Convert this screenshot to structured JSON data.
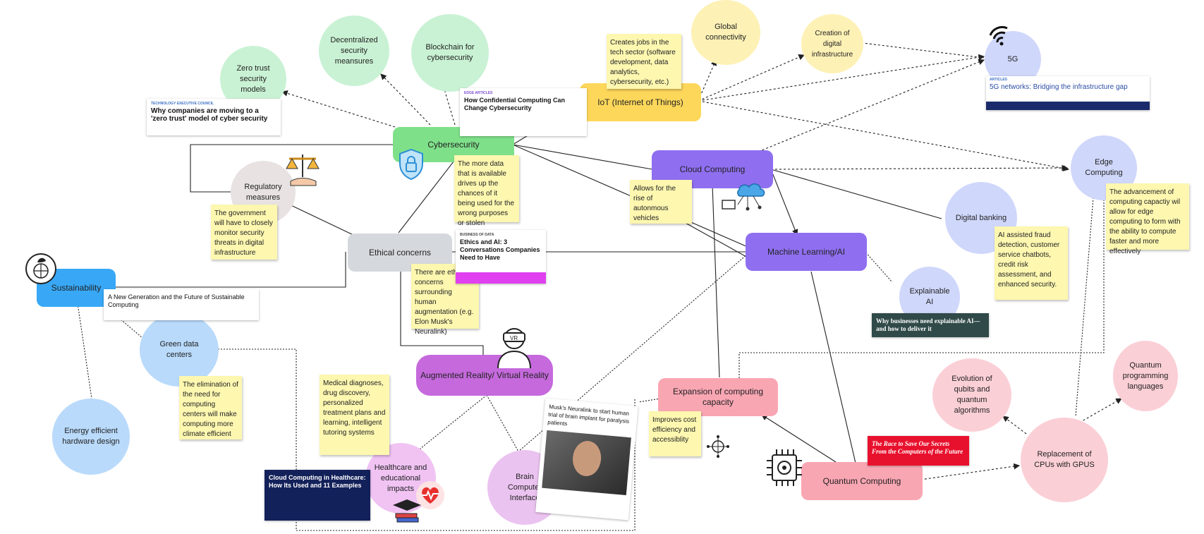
{
  "nodes": {
    "zero_trust": "Zero trust security models",
    "decentralized": "Decentralized security meansures",
    "blockchain": "Blockchain for cybersecurity",
    "global_conn": "Global connectivity",
    "digital_infra": "Creation of digital infrastructure",
    "five_g": "5G",
    "cybersecurity": "Cybersecurity",
    "iot": "IoT (Internet of Things)",
    "cloud": "Cloud Computing",
    "edge": "Edge Computing",
    "regulatory": "Regulatory measures",
    "ethical": "Ethical concerns",
    "ml": "Machine Learning/AI",
    "digital_banking": "Digital banking",
    "sustainability": "Sustainability",
    "explainable": "Explainable AI",
    "green": "Green data centers",
    "arvr": "Augmented Reality/ Virtual Reality",
    "expansion": "Expansion of computing capacity",
    "qubits": "Evolution of qubits and quantum algorithms",
    "qpl": "Quantum programming languages",
    "energy": "Energy efficient hardware design",
    "healthcare": "Healthcare and educational impacts",
    "bci": "Brain Computer Interface",
    "quantum": "Quantum Computing",
    "gpus": "Replacement of CPUs with GPUS"
  },
  "notes": {
    "iot_jobs": "Creates jobs in the tech sector (software development, data analytics, cybersecurity, etc.)",
    "data_drives": "The more data that is available drives up the chances of it being used for the wrong purposes or stolen",
    "autonomous": "Allows for the rise of autonmous vehicles",
    "government": "The government will have to closely monitor security threats in digital infrastructure",
    "ethical_aug": "There are ethical concerns surrounding human augmentation (e.g. Elon Musk's Neuralink)",
    "edge_adv": "The advancement of computing capactiy wil allow for edge computing to form with the ability to compute faster and more effectively",
    "ai_fraud": "AI assisted fraud detection, customer service chatbots, credit risk assessment, and enhanced security.",
    "elimination": "The elimination of the need for computing centers will make computing more climate efficient",
    "medical": "Medical diagnoses, drug discovery, personalized treatment plans and learning, intelligent tutoring systems",
    "cost": "Improves cost efficiency and accessiblity"
  },
  "cards": {
    "zero_trust": {
      "kicker": "TECHNOLOGY EXECUTIVE COUNCIL",
      "headline": "Why companies are moving to a 'zero trust' model of cyber security"
    },
    "confidential": {
      "kicker": "Edge Articles",
      "headline": "How Confidential Computing Can Change Cybersecurity"
    },
    "five_g": {
      "kicker": "ARTICLES",
      "headline": "5G networks: Bridging the infrastructure gap"
    },
    "ethics_ai": {
      "kicker": "Business of Data",
      "headline": "Ethics and AI: 3 Conversations Companies Need to Have"
    },
    "sustainable": {
      "headline": "A New Generation and the Future of Sustainable Computing"
    },
    "explainable": {
      "headline": "Why businesses need explainable AI—and how to deliver it"
    },
    "race": {
      "headline": "The Race to Save Our Secrets From the Computers of the Future"
    },
    "cloud_health": {
      "headline": "Cloud Computing in Healthcare: How Its Used and 11 Examples"
    },
    "neuralink": {
      "headline": "Musk's Neuralink to start human trial of brain implant for paralysis patients"
    }
  },
  "icons": [
    "shield-lock-icon",
    "scales-icon",
    "globe-leaf-icon",
    "cloud-network-icon",
    "vr-person-icon",
    "wifi-icon",
    "heart-pulse-icon",
    "books-icon",
    "processor-chip-icon",
    "globe-network-icon",
    "portrait-photo"
  ],
  "colors": {
    "green": "#c9f2d4",
    "green_pill": "#7fe08a",
    "yellow": "#fde78a",
    "yellow_light": "#fdf1b5",
    "purple": "#8f6ff0",
    "lavender": "#cfd7fb",
    "blue": "#b9dafb",
    "blue_pill": "#38a8f6",
    "pink": "#f9a6b3",
    "pink_light": "#fbcfd6",
    "violet": "#e6b9f0",
    "grey": "#e8e2e2",
    "sticky": "#fdf7b0"
  }
}
